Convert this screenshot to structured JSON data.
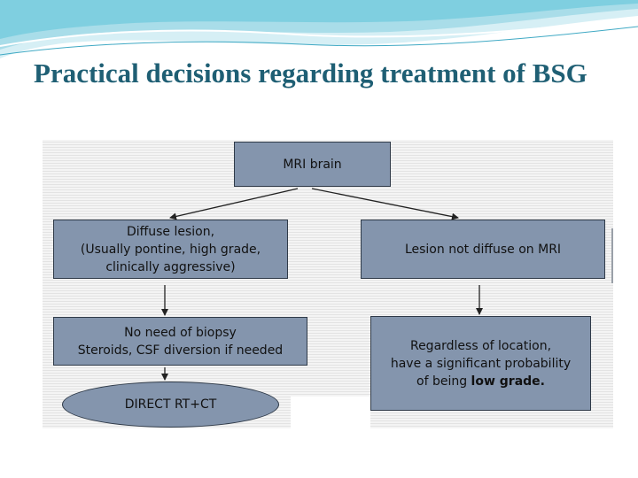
{
  "slide": {
    "title": "Practical decisions regarding treatment of BSG"
  },
  "flowchart": {
    "mri": "MRI brain",
    "diffuse": {
      "line1": "Diffuse lesion,",
      "line2": "(Usually pontine, high grade,",
      "line3": "clinically aggressive)"
    },
    "not_diffuse": "Lesion not diffuse on MRI",
    "no_biopsy": {
      "line1": "No need of biopsy",
      "line2": "Steroids, CSF diversion if needed"
    },
    "regardless": {
      "line1": "Regardless of location,",
      "line2": "have a significant probability",
      "line3_prefix": "of being ",
      "line3_bold": "low grade."
    },
    "direct": "DIRECT RT+CT"
  },
  "colors": {
    "box_fill": "#8495ad",
    "title": "#1f5f74",
    "wave": "#7fcfe0"
  }
}
